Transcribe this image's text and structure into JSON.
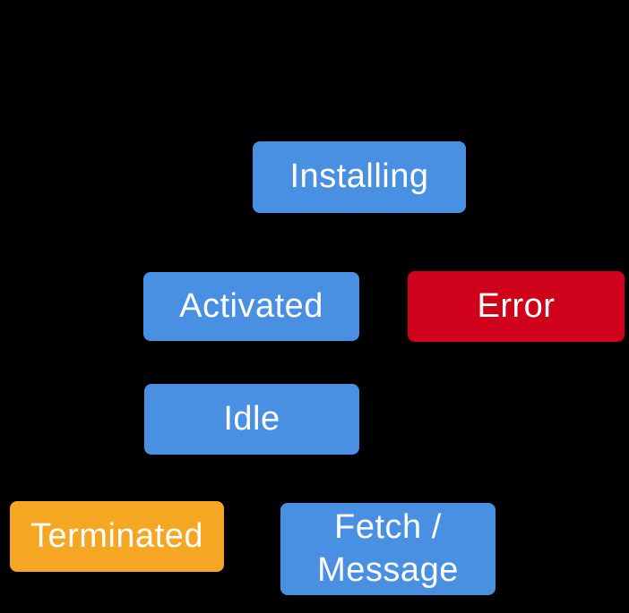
{
  "diagram": {
    "background_color": "#000000",
    "label_text_color": "#ffffff",
    "nodes": [
      {
        "id": "installing",
        "label": "Installing",
        "color": "#4a90e2"
      },
      {
        "id": "activated",
        "label": "Activated",
        "color": "#4a90e2"
      },
      {
        "id": "error",
        "label": "Error",
        "color": "#d0021b"
      },
      {
        "id": "idle",
        "label": "Idle",
        "color": "#4a90e2"
      },
      {
        "id": "terminated",
        "label": "Terminated",
        "color": "#f5a623"
      },
      {
        "id": "fetch_message",
        "label": "Fetch /\nMessage",
        "color": "#4a90e2"
      }
    ]
  }
}
